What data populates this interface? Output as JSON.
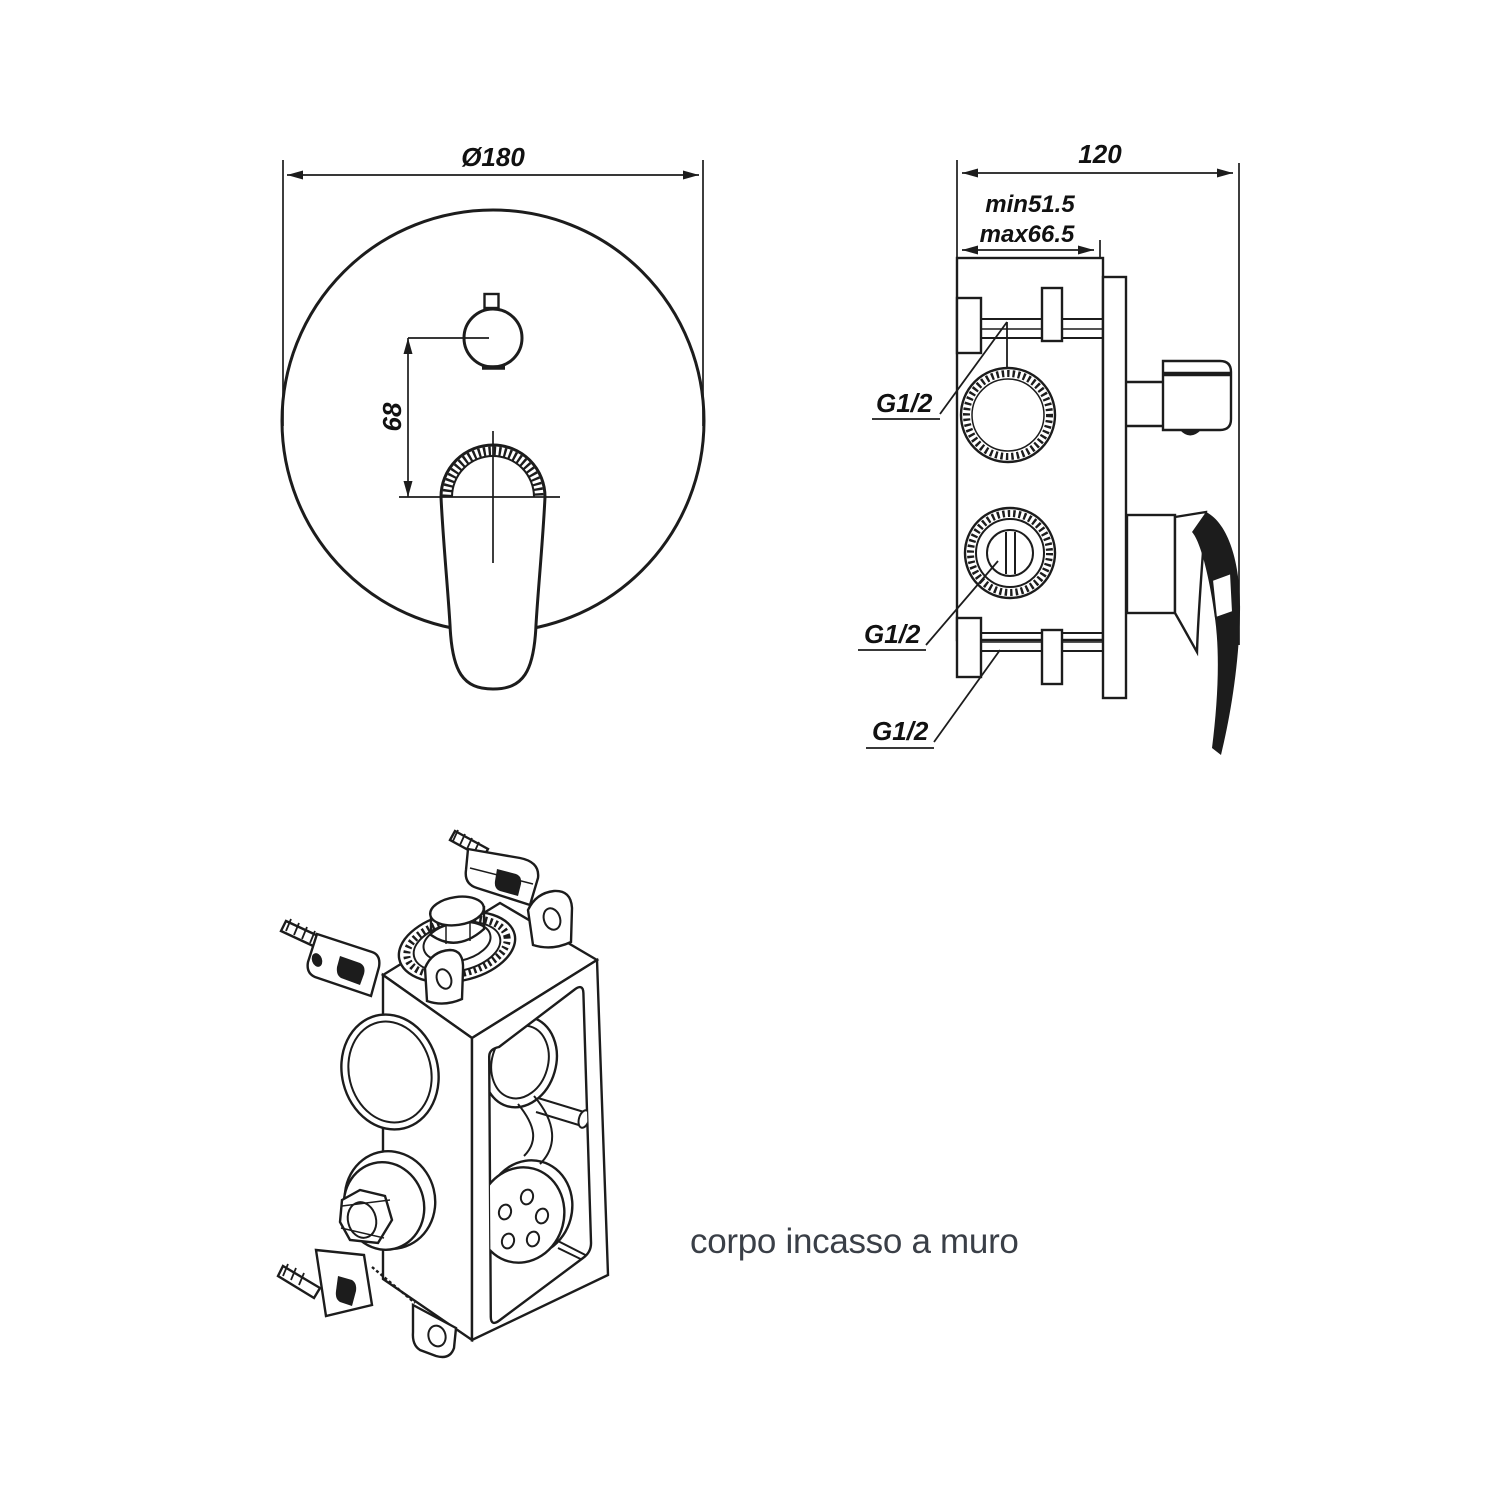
{
  "drawing": {
    "line_color": "#1c1c1c",
    "caption": {
      "text": "corpo incasso a muro",
      "color": "#3a3f47"
    },
    "front_view": {
      "diameter_label": "Ø180",
      "offset_label": "68"
    },
    "side_view": {
      "width_label": "120",
      "min_depth_label": "min51.5",
      "max_depth_label": "max66.5",
      "threads": [
        "G1/2",
        "G1/2",
        "G1/2"
      ]
    }
  }
}
